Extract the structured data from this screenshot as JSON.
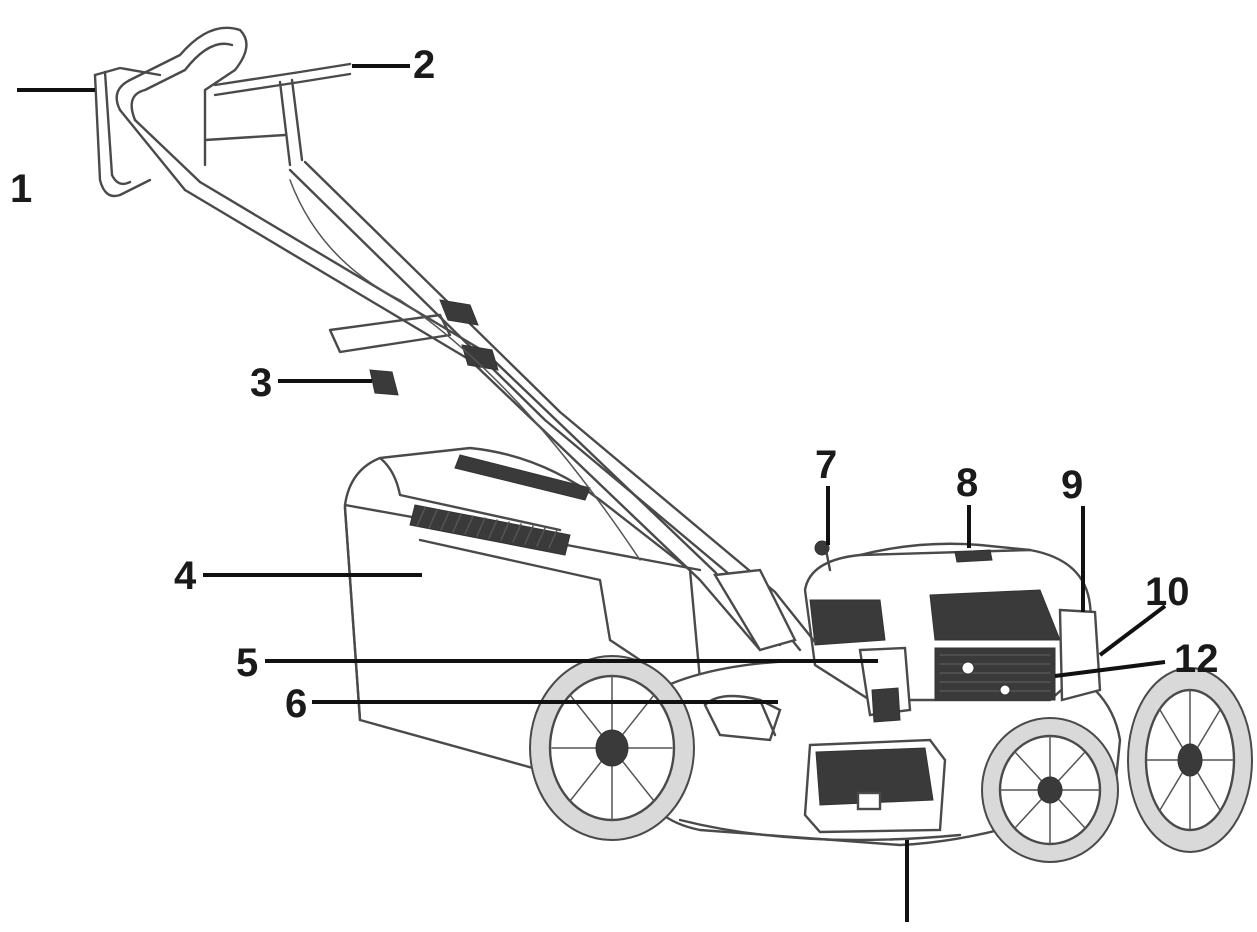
{
  "callouts": {
    "c1": "1",
    "c2": "2",
    "c3": "3",
    "c4": "4",
    "c5": "5",
    "c6": "6",
    "c7": "7",
    "c8": "8",
    "c9": "9",
    "c10": "10",
    "c12": "12"
  }
}
